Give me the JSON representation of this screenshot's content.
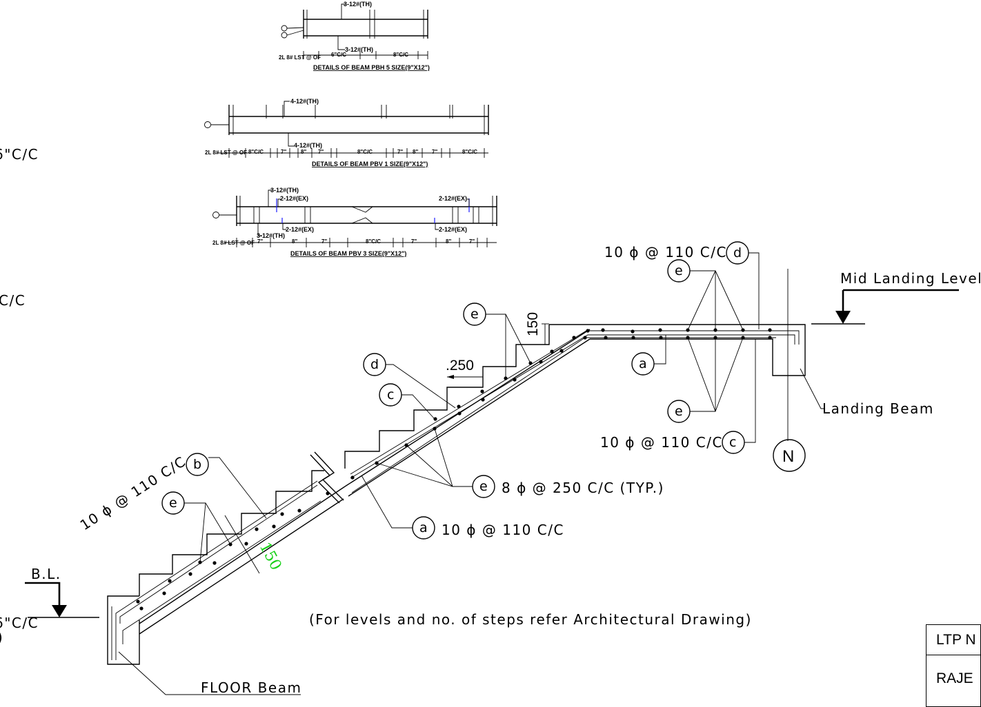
{
  "beam_details": [
    {
      "caption": "DETAILS OF BEAM PBH 5 SIZE(9\"X12\")",
      "top_bar": "3-12#(TH)",
      "bottom_bar": "3-12#(TH)",
      "stirrup": "2L 8# LST @ OF",
      "spacing": [
        "6\"C/C",
        "8\"C/C"
      ]
    },
    {
      "caption": "DETAILS OF BEAM PBV 1 SIZE(9\"X12\")",
      "top_bar": "4-12#(TH)",
      "bottom_bar": "4-12#(TH)",
      "stirrup": "2L 8# LST @ OF",
      "spacing": [
        "8\"C/C",
        "7\"",
        "8\"",
        "7\"",
        "8\"C/C",
        "7\"",
        "8\"",
        "7\"",
        "8\"C/C"
      ]
    },
    {
      "caption": "DETAILS OF BEAM PBV 3 SIZE(9\"X12\")",
      "top_bar": "3-12#(TH)",
      "extra_top_left": "2-12#(EX)",
      "extra_top_right": "2-12#(EX)",
      "bottom_bar": "3-12#(TH)",
      "extra_bottom_left": "2-12#(EX)",
      "extra_bottom_right": "2-12#(EX)",
      "stirrup": "2L 8# LST @ OF",
      "spacing": [
        "7\"",
        "8\"",
        "7\"",
        "8\"C/C",
        "7\"",
        "8\"",
        "7\""
      ]
    }
  ],
  "left_edge_text": [
    "6\"C/C",
    "C/C",
    "6\"C/C",
    ")"
  ],
  "staircase": {
    "labels": {
      "mid_landing": "Mid Landing Level",
      "landing_beam": "Landing Beam",
      "floor_beam": "FLOOR Beam",
      "bl": "B.L.",
      "note": "(For levels and no. of steps refer Architectural Drawing)",
      "dim_tread": ".250",
      "dim_riser": "150",
      "dim_waist": "150"
    },
    "callouts": {
      "d_top": "10 ϕ @ 110 C/C",
      "c_bottom": "10 ϕ @ 110 C/C",
      "b": "10 ϕ @ 110 C/C",
      "e_typ": "8 ϕ @ 250 C/C (TYP.)",
      "a": "10 ϕ @ 110 C/C"
    },
    "bubbles": {
      "a": "a",
      "b": "b",
      "c": "c",
      "d": "d",
      "e": "e",
      "n": "N"
    }
  },
  "title_block": {
    "row1": "LTP N",
    "row2": "RAJE"
  }
}
